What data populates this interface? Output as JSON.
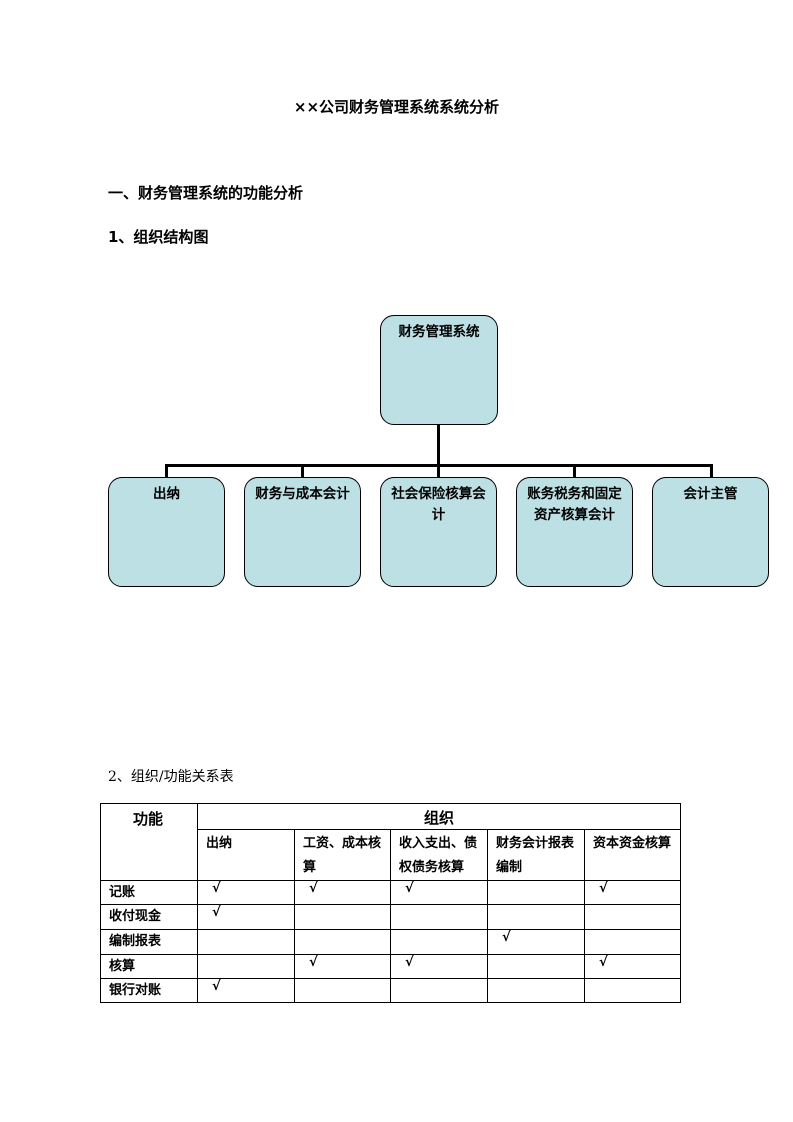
{
  "document": {
    "title": "××公司财务管理系统系统分析",
    "section1": "一、财务管理系统的功能分析",
    "section1_1": "1、组织结构图",
    "section1_2": "2、组织/功能关系表"
  },
  "org_chart": {
    "root": "财务管理系统",
    "children": [
      "出纳",
      "财务与成本会计",
      "社会保险核算会计",
      "账务税务和固定资产核算会计",
      "会计主管"
    ],
    "colors": {
      "box_fill": "#bde0e5",
      "line": "#000000"
    }
  },
  "relation_table": {
    "func_header": "功能",
    "org_header": "组织",
    "columns": [
      "出纳",
      "工资、成本核算",
      "收入支出、债权债务核算",
      "财务会计报表编制",
      "资本资金核算"
    ],
    "rows": [
      {
        "label": "记账",
        "cells": [
          "√",
          "√",
          "√",
          "",
          "√"
        ]
      },
      {
        "label": "收付现金",
        "cells": [
          "√",
          "",
          "",
          "",
          ""
        ]
      },
      {
        "label": "编制报表",
        "cells": [
          "",
          "",
          "",
          "√",
          ""
        ]
      },
      {
        "label": "核算",
        "cells": [
          "",
          "√",
          "√",
          "",
          "√"
        ]
      },
      {
        "label": "银行对账",
        "cells": [
          "√",
          "",
          "",
          "",
          ""
        ]
      }
    ]
  }
}
